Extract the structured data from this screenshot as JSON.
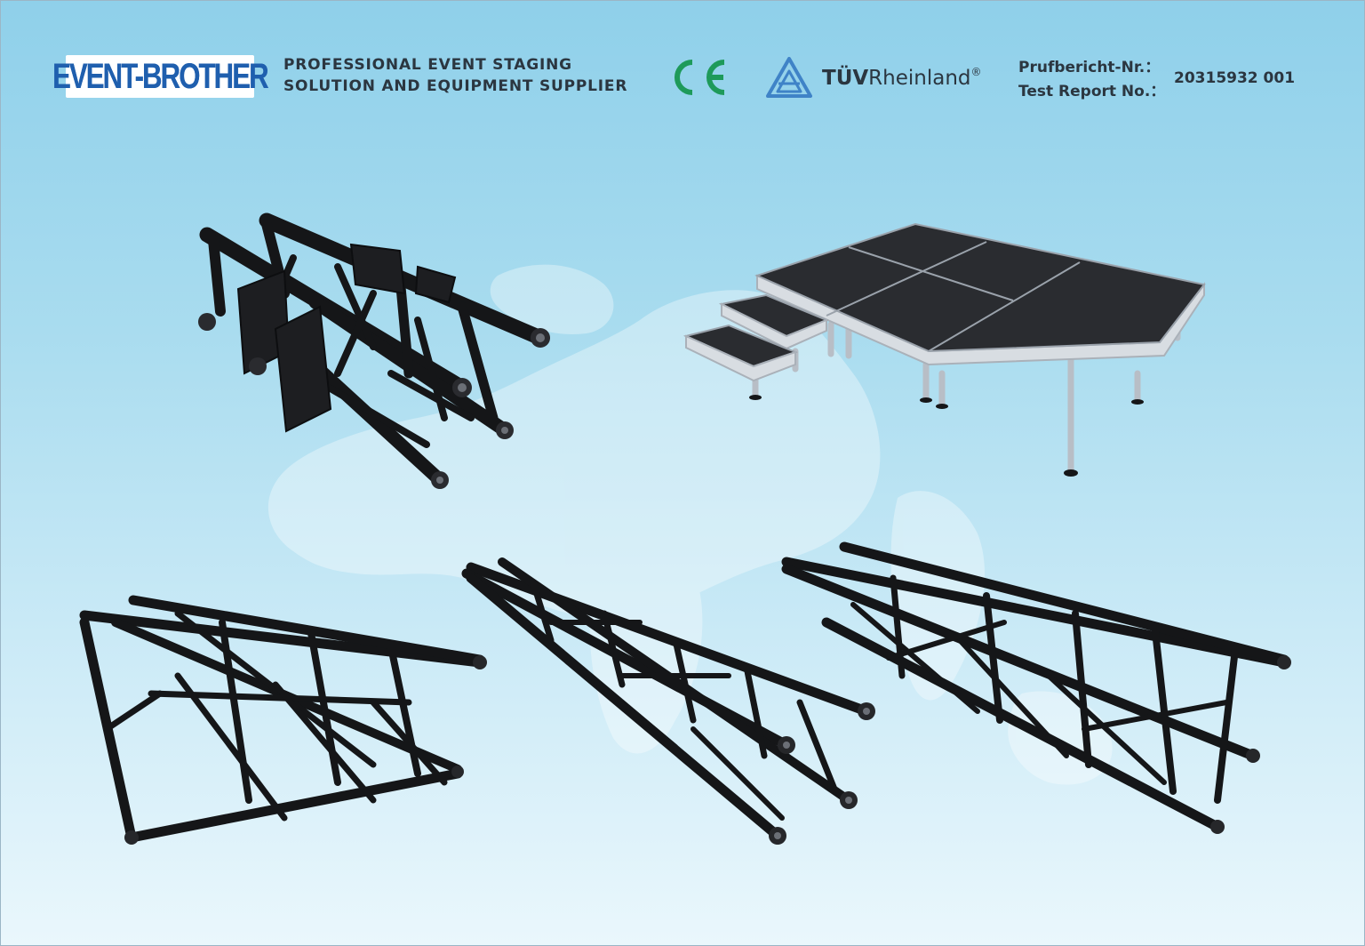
{
  "header": {
    "logo_text": "EVENT-BROTHER",
    "tagline_line1": "PROFESSIONAL EVENT STAGING",
    "tagline_line2": "SOLUTION AND EQUIPMENT SUPPLIER",
    "ce_mark": "CE",
    "certifier_bold": "TÜV",
    "certifier_rest": "Rheinland",
    "certifier_reg": "®",
    "report_label_de": "Prufbericht-Nr.：",
    "report_label_en": "Test Report No.：",
    "report_number": "20315932 001"
  },
  "colors": {
    "brand_blue": "#1f5fae",
    "ce_green": "#1e9a5a",
    "tuv_blue": "#3f83c7",
    "text_dark": "#2b3640",
    "product_black": "#151618",
    "stage_deck": "#2a2c30"
  },
  "products": [
    {
      "icon": "truss-corner-junction-icon"
    },
    {
      "icon": "portable-stage-platform-icon"
    },
    {
      "icon": "square-truss-segment-icon"
    },
    {
      "icon": "square-truss-segment-icon"
    },
    {
      "icon": "square-truss-segment-icon"
    }
  ]
}
